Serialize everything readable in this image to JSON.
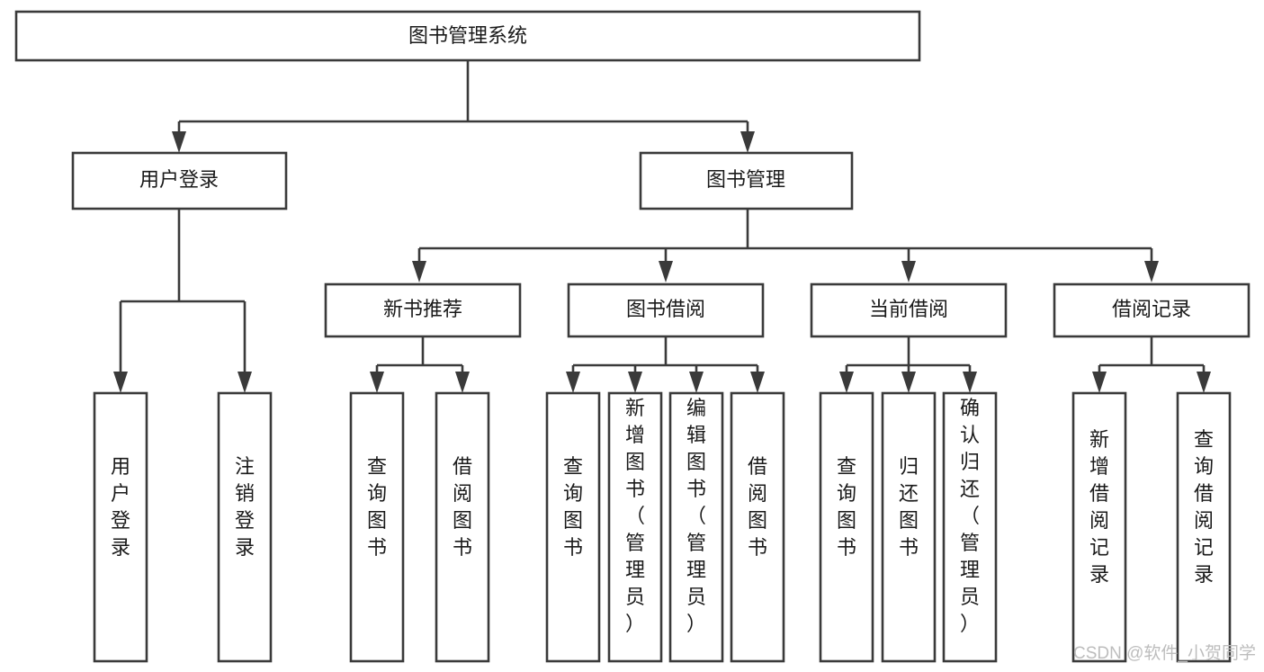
{
  "diagram": {
    "title": "图书管理系统",
    "type": "tree-hierarchy-chart",
    "orientation": "top-down",
    "colors": {
      "box_stroke": "#3a3a3a",
      "box_fill": "#ffffff",
      "connector": "#3a3a3a",
      "label_text": "#1a1a1a",
      "background": "#ffffff",
      "watermark": "#bdbdbd"
    },
    "root": {
      "label": "图书管理系统"
    },
    "level2": [
      {
        "label": "用户登录"
      },
      {
        "label": "图书管理"
      }
    ],
    "level3": [
      {
        "label": "新书推荐"
      },
      {
        "label": "图书借阅"
      },
      {
        "label": "当前借阅"
      },
      {
        "label": "借阅记录"
      }
    ],
    "leaves": {
      "user_login": [
        {
          "label": "用户登录"
        },
        {
          "label": "注销登录"
        }
      ],
      "new_book_recommend": [
        {
          "label": "查询图书"
        },
        {
          "label": "借阅图书"
        }
      ],
      "book_borrow": [
        {
          "label": "查询图书"
        },
        {
          "label": "新增图书（管理员）"
        },
        {
          "label": "编辑图书（管理员）"
        },
        {
          "label": "借阅图书"
        }
      ],
      "current_borrow": [
        {
          "label": "查询图书"
        },
        {
          "label": "归还图书"
        },
        {
          "label": "确认归还（管理员）"
        }
      ],
      "borrow_record": [
        {
          "label": "新增借阅记录"
        },
        {
          "label": "查询借阅记录"
        }
      ]
    }
  },
  "watermark": {
    "text": "CSDN @软件_小贺同学"
  }
}
